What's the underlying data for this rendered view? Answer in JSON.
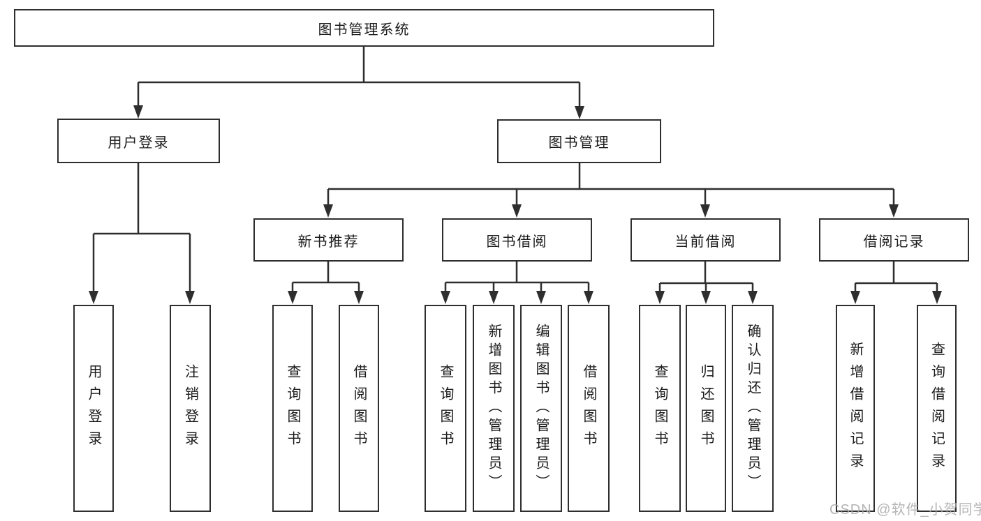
{
  "tree": {
    "root": {
      "label": "图书管理系统",
      "children": [
        {
          "label": "用户登录",
          "children": [
            {
              "label": "用户登录"
            },
            {
              "label": "注销登录"
            }
          ]
        },
        {
          "label": "图书管理",
          "children": [
            {
              "label": "新书推荐",
              "children": [
                {
                  "label": "查询图书"
                },
                {
                  "label": "借阅图书"
                }
              ]
            },
            {
              "label": "图书借阅",
              "children": [
                {
                  "label": "查询图书"
                },
                {
                  "label": "新增图书（管理员）"
                },
                {
                  "label": "编辑图书（管理员）"
                },
                {
                  "label": "借阅图书"
                }
              ]
            },
            {
              "label": "当前借阅",
              "children": [
                {
                  "label": "查询图书"
                },
                {
                  "label": "归还图书"
                },
                {
                  "label": "确认归还（管理员）"
                }
              ]
            },
            {
              "label": "借阅记录",
              "children": [
                {
                  "label": "新增借阅记录"
                },
                {
                  "label": "查询借阅记录"
                }
              ]
            }
          ]
        }
      ]
    }
  },
  "watermark": {
    "text": "CSDN @软件_小贺同学"
  },
  "colors": {
    "line": "#2e2e2e",
    "text": "#1b1b1b",
    "watermark": "#a8a8a8",
    "background": "#ffffff"
  }
}
